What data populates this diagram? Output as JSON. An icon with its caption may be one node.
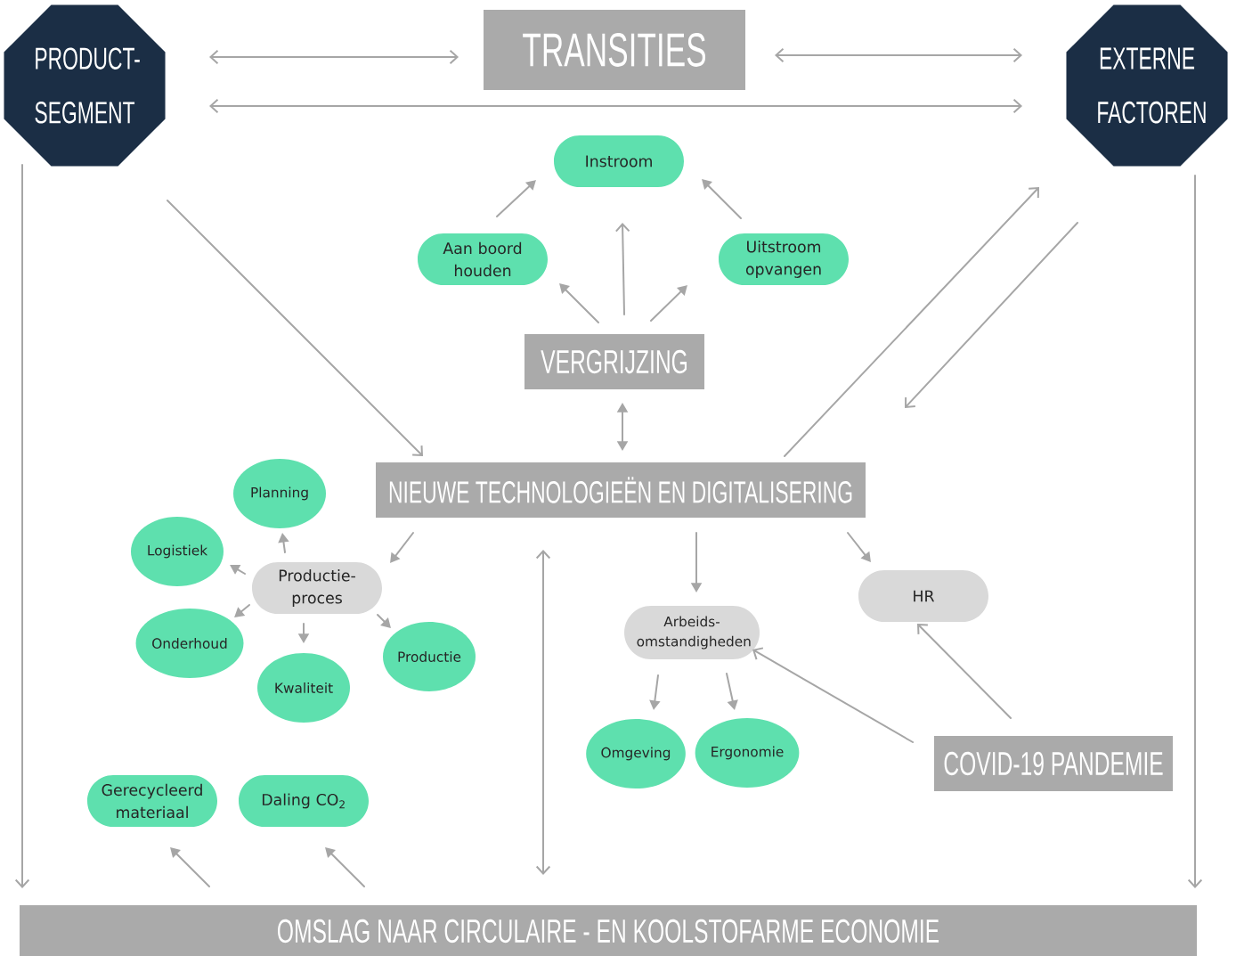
{
  "diagram": {
    "nodes": [
      {
        "text": [
          "PRODUCT- SEGMENT"
        ]
      },
      {
        "text": [
          "TRANSITIES"
        ]
      },
      {
        "text": [
          "EXTERNE FACTOREN"
        ]
      },
      {
        "text": [
          "Instroom"
        ]
      },
      {
        "text": [
          "Aan boord houden"
        ]
      },
      {
        "text": [
          "Uitstroom opvangen"
        ]
      },
      {
        "text": [
          "VERGRIJZING"
        ]
      },
      {
        "text": [
          "NIEUWE TECHNOLOGIEËN EN DIGITALISERING"
        ]
      },
      {
        "text": [
          "Planning"
        ]
      },
      {
        "text": [
          "Logistiek"
        ]
      },
      {
        "text": [
          "Productie- proces"
        ]
      },
      {
        "text": [
          "Onderhoud"
        ]
      },
      {
        "text": [
          "Kwaliteit"
        ]
      },
      {
        "text": [
          "Productie"
        ]
      },
      {
        "text": [
          "Arbeids- omstandigheden"
        ]
      },
      {
        "text": [
          "HR"
        ]
      },
      {
        "text": [
          "Omgeving"
        ]
      },
      {
        "text": [
          "Ergonomie"
        ]
      },
      {
        "text": [
          "COVID-19 PANDEMIE"
        ]
      },
      {
        "text": [
          "Gerecycleerd materiaal"
        ]
      },
      {
        "text": [
          "Daling CO$_{2}$"
        ]
      },
      {
        "text": [
          "OMSLAG NAAR CIRCULAIRE - EN KOOLSTOFARME ECONOMIE"
        ]
      }
    ],
    "edges": [
      {
        "from": 0,
        "to": 1,
        "arrow": "both"
      },
      {
        "from": 1,
        "to": 2,
        "arrow": "both"
      },
      {
        "from": 0,
        "to": 2,
        "arrow": "both"
      },
      {
        "from": 0,
        "to": 21,
        "arrow": "to"
      },
      {
        "from": 2,
        "to": 21,
        "arrow": "to"
      },
      {
        "from": 0,
        "to": 7,
        "arrow": "to"
      },
      {
        "from": 7,
        "to": 2,
        "arrow": "to"
      },
      {
        "from": 2,
        "to": 7,
        "arrow": "to"
      },
      {
        "from": 6,
        "to": 4,
        "arrow": "to"
      },
      {
        "from": 6,
        "to": 3,
        "arrow": "to"
      },
      {
        "from": 6,
        "to": 5,
        "arrow": "to"
      },
      {
        "from": 4,
        "to": 3,
        "arrow": "to"
      },
      {
        "from": 5,
        "to": 3,
        "arrow": "to"
      },
      {
        "from": 6,
        "to": 7,
        "arrow": "both"
      },
      {
        "from": 7,
        "to": 10,
        "arrow": "to"
      },
      {
        "from": 7,
        "to": 21,
        "arrow": "both"
      },
      {
        "from": 7,
        "to": 14,
        "arrow": "to"
      },
      {
        "from": 7,
        "to": 15,
        "arrow": "to"
      },
      {
        "from": 10,
        "to": 8,
        "arrow": "to"
      },
      {
        "from": 10,
        "to": 9,
        "arrow": "to"
      },
      {
        "from": 10,
        "to": 11,
        "arrow": "to"
      },
      {
        "from": 10,
        "to": 12,
        "arrow": "to"
      },
      {
        "from": 10,
        "to": 13,
        "arrow": "to"
      },
      {
        "from": 14,
        "to": 16,
        "arrow": "to"
      },
      {
        "from": 14,
        "to": 17,
        "arrow": "to"
      },
      {
        "from": 18,
        "to": 14,
        "arrow": "to"
      },
      {
        "from": 18,
        "to": 15,
        "arrow": "to"
      },
      {
        "from": 21,
        "to": 19,
        "arrow": "to"
      },
      {
        "from": 21,
        "to": 20,
        "arrow": "to"
      }
    ]
  }
}
